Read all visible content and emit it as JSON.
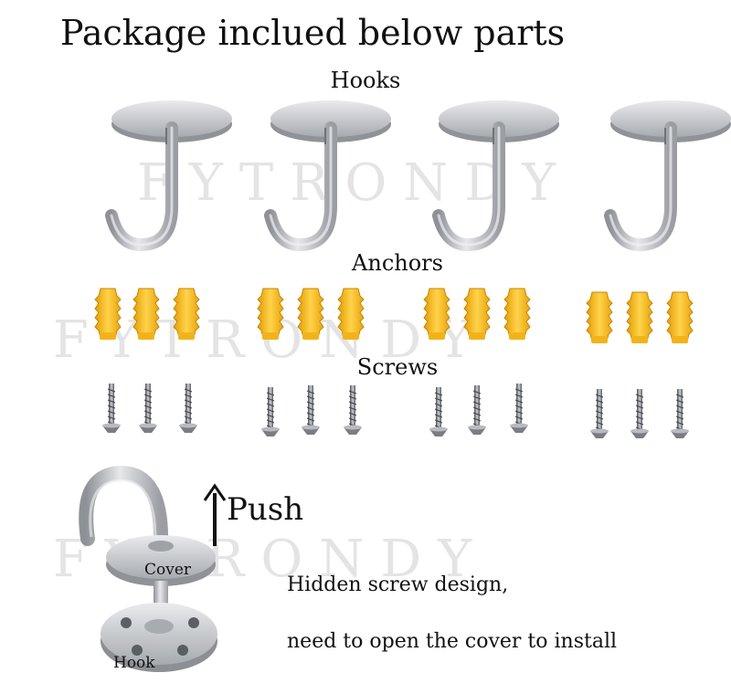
{
  "title": "Package inclued below parts",
  "labels": {
    "hooks": "Hooks",
    "anchors": "Anchors",
    "screws": "Screws",
    "push": "Push",
    "cover": "Cover",
    "hook": "Hook"
  },
  "watermark": "FYTRONDY",
  "description": {
    "line1": "Hidden screw design,",
    "line2": "need to open the cover to install"
  },
  "colors": {
    "metal": "#b9bcc0",
    "metal_dark": "#7d8085",
    "anchor_yellow": "#f5b81c",
    "watermark": "#e4e4e4"
  }
}
